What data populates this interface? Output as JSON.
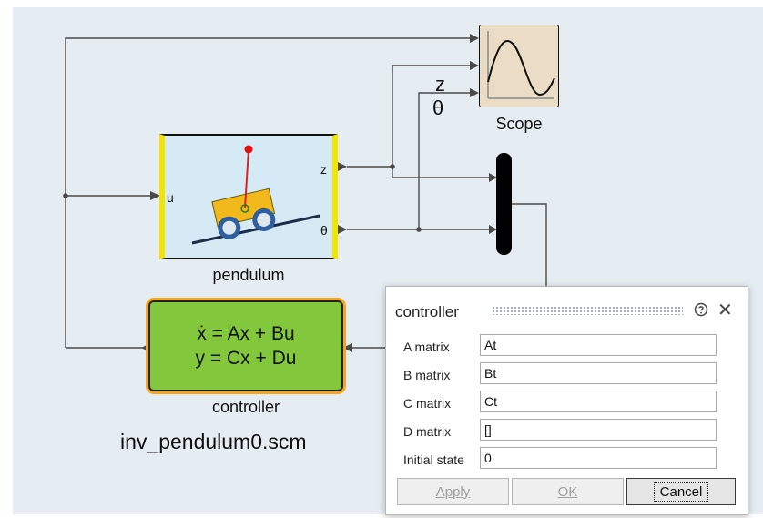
{
  "diagram": {
    "blocks": {
      "pendulum": {
        "label": "pendulum",
        "inport": "u",
        "outports": [
          "z",
          "θ"
        ]
      },
      "scope": {
        "label": "Scope"
      },
      "controller": {
        "label": "controller",
        "equation_1": "ẋ = Ax + Bu",
        "equation_2": "y = Cx + Du"
      }
    },
    "signal_labels": {
      "z": "z",
      "theta": "θ"
    },
    "file_name": "inv_pendulum0.scm"
  },
  "dialog": {
    "title": "controller",
    "params": [
      {
        "label": "A matrix",
        "value": "At"
      },
      {
        "label": "B matrix",
        "value": "Bt"
      },
      {
        "label": "C matrix",
        "value": "Ct"
      },
      {
        "label": "D matrix",
        "value": "[]"
      },
      {
        "label": "Initial state",
        "value": "0"
      }
    ],
    "buttons": {
      "apply": "Apply",
      "ok": "OK",
      "cancel": "Cancel"
    },
    "icons": {
      "help": "help-icon",
      "close": "close-icon"
    }
  },
  "colors": {
    "canvas": "#e6edf2",
    "controller_fill": "#83c83c",
    "controller_highlight": "#f5a623",
    "pendulum_border": "#f2e600",
    "scope_fill": "#ebdcc5"
  }
}
